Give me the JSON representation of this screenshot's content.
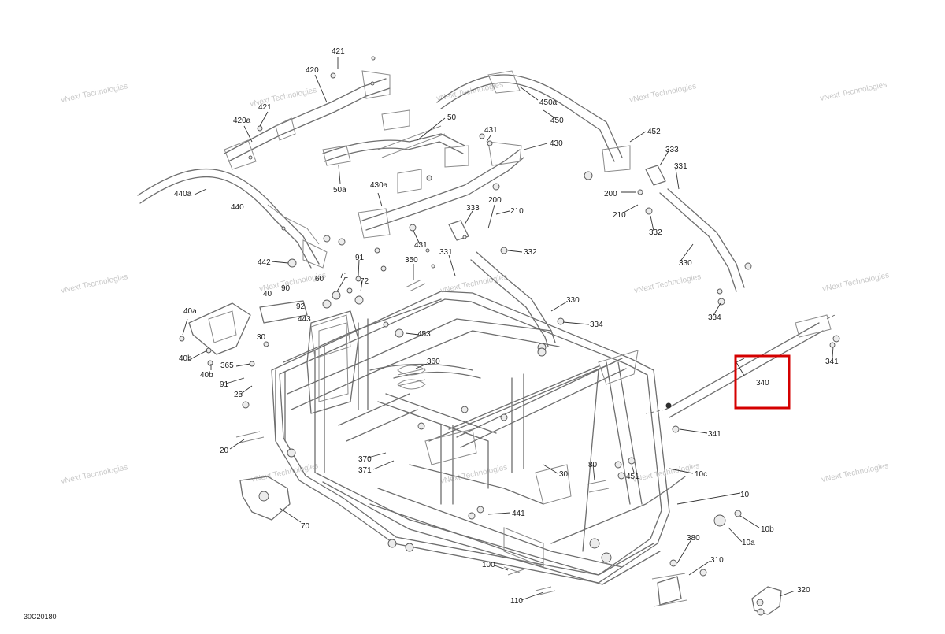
{
  "diagram": {
    "ref_code": "30C20180",
    "watermark": "vNext Technologies",
    "highlight_color": "#d40000",
    "highlighted_callout": "340"
  },
  "callouts": {
    "c421_top": "421",
    "c420": "420",
    "c421_mid": "421",
    "c420a": "420a",
    "c440a": "440a",
    "c440": "440",
    "c442": "442",
    "c40a": "40a",
    "c40": "40",
    "c40b_1": "40b",
    "c40b_2": "40b",
    "c90": "90",
    "c92": "92",
    "c443": "443",
    "c30_left": "30",
    "c365": "365",
    "c91_left": "91",
    "c25": "25",
    "c20": "20",
    "c70": "70",
    "c50": "50",
    "c50a": "50a",
    "c430a": "430a",
    "c431_top": "431",
    "c430": "430",
    "c431_mid": "431",
    "c333_mid": "333",
    "c200_mid": "200",
    "c210_mid": "210",
    "c91_mid": "91",
    "c350": "350",
    "c71": "71",
    "c72": "72",
    "c60": "60",
    "c453": "453",
    "c360": "360",
    "c331_mid": "331",
    "c332_mid": "332",
    "c330_mid": "330",
    "c334_mid": "334",
    "c450a": "450a",
    "c450": "450",
    "c452": "452",
    "c333_right": "333",
    "c331_right": "331",
    "c200_right": "200",
    "c210_right": "210",
    "c332_right": "332",
    "c330_right": "330",
    "c334_right": "334",
    "c341_top": "341",
    "c340": "340",
    "c341_bot": "341",
    "c370": "370",
    "c371": "371",
    "c30_mid": "30",
    "c80": "80",
    "c451": "451",
    "c10c": "10c",
    "c10": "10",
    "c10b": "10b",
    "c10a": "10a",
    "c441": "441",
    "c380": "380",
    "c310": "310",
    "c320": "320",
    "c100": "100",
    "c110": "110"
  }
}
